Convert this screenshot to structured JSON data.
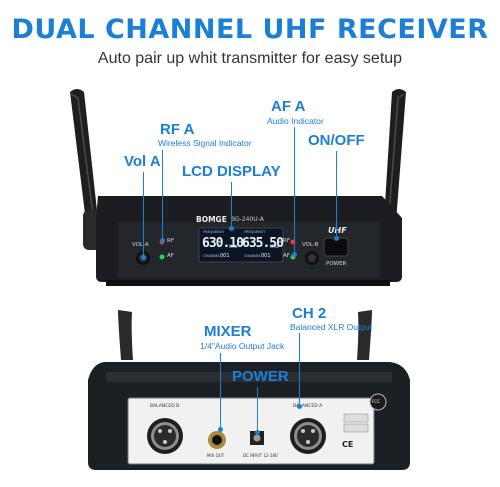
{
  "header": {
    "title": "DUAL CHANNEL UHF RECEIVER",
    "subtitle": "Auto pair up whit transmitter for easy setup"
  },
  "callouts": {
    "af_a": {
      "label": "AF A",
      "desc": "Audio Indicator"
    },
    "rf_a": {
      "label": "RF A",
      "desc": "Wireless Signal Indicator"
    },
    "vol_a": {
      "label": "Vol A"
    },
    "on_off": {
      "label": "ON/OFF"
    },
    "lcd": {
      "label": "LCD DISPLAY"
    },
    "mixer": {
      "label": "MIXER",
      "desc": "1/4\"Audio Output Jack"
    },
    "ch2": {
      "label": "CH 2",
      "desc": "Balanced XLR Output"
    },
    "power": {
      "label": "POWER"
    }
  },
  "front_panel": {
    "brand": "BOMGE",
    "model": "BG-240U-A",
    "rf": "RF",
    "af": "AF",
    "vol_a": "VOL-A",
    "vol_b": "VOL-B",
    "uhf": "UHF",
    "power": "POWER",
    "lcd": {
      "left_freq": "630.10",
      "left_unit": "MHz",
      "right_freq": "635.50",
      "right_unit": "MHz",
      "freq_label": "FREQUENCY",
      "channel_label": "CHANNEL",
      "left_channel": "001",
      "right_channel": "001"
    }
  },
  "rear_panel": {
    "balanced_b": "BALANCED B",
    "balanced_a": "BALANCED A",
    "mix_out": "MIX OUT",
    "dc_input": "DC INPUT 12-18V",
    "badge": "FCC",
    "ce": "CE"
  }
}
